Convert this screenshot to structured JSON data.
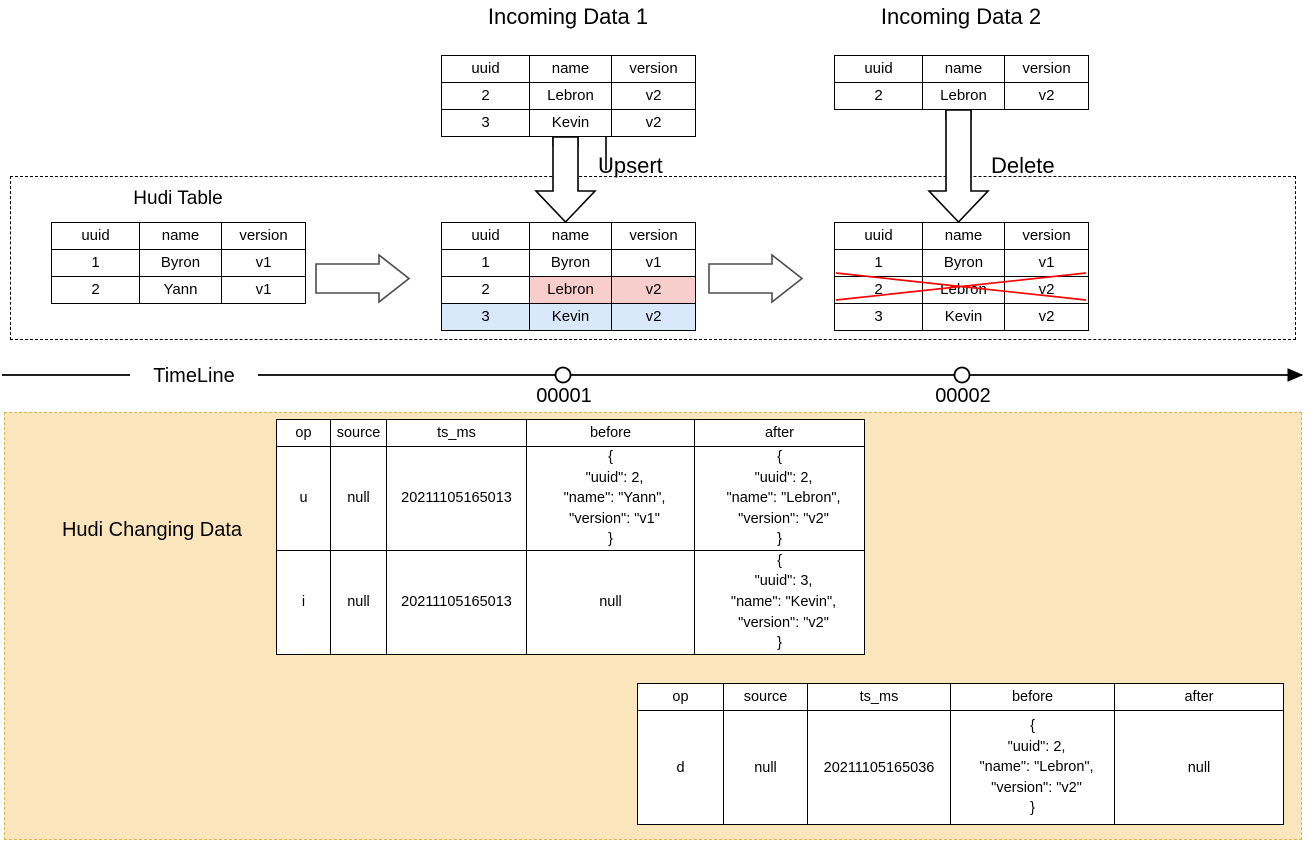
{
  "diagram": {
    "title_incoming1": "Incoming Data 1",
    "title_incoming2": "Incoming Data 2",
    "label_hudi_table": "Hudi Table",
    "label_upsert": "Upsert",
    "label_delete": "Delete",
    "label_timeline": "TimeLine",
    "label_changing_data": "Hudi Changing Data",
    "commit1": "00001",
    "commit2": "00002",
    "colors": {
      "highlight_update": "#f8cecc",
      "highlight_insert": "#dae8fc",
      "changing_data_bg": "#fbe5bd",
      "changing_data_border": "#d6b656",
      "strike": "#ff0000"
    }
  },
  "incoming_data_1": {
    "headers": [
      "uuid",
      "name",
      "version"
    ],
    "rows": [
      [
        "2",
        "Lebron",
        "v2"
      ],
      [
        "3",
        "Kevin",
        "v2"
      ]
    ]
  },
  "incoming_data_2": {
    "headers": [
      "uuid",
      "name",
      "version"
    ],
    "rows": [
      [
        "2",
        "Lebron",
        "v2"
      ]
    ]
  },
  "hudi_table_initial": {
    "headers": [
      "uuid",
      "name",
      "version"
    ],
    "rows": [
      [
        "1",
        "Byron",
        "v1"
      ],
      [
        "2",
        "Yann",
        "v1"
      ]
    ]
  },
  "hudi_table_after_upsert": {
    "headers": [
      "uuid",
      "name",
      "version"
    ],
    "rows": [
      [
        "1",
        "Byron",
        "v1"
      ],
      [
        "2",
        "Lebron",
        "v2"
      ],
      [
        "3",
        "Kevin",
        "v2"
      ]
    ]
  },
  "hudi_table_after_delete": {
    "headers": [
      "uuid",
      "name",
      "version"
    ],
    "rows": [
      [
        "1",
        "Byron",
        "v1"
      ],
      [
        "2",
        "Lebron",
        "v2"
      ],
      [
        "3",
        "Kevin",
        "v2"
      ]
    ]
  },
  "changing_data_1": {
    "headers": [
      "op",
      "source",
      "ts_ms",
      "before",
      "after"
    ],
    "rows": [
      {
        "op": "u",
        "source": "null",
        "ts_ms": "20211105165013",
        "before": "{\n  \"uuid\": 2,\n  \"name\": \"Yann\",\n  \"version\": \"v1\"\n}",
        "after": "{\n  \"uuid\": 2,\n  \"name\": \"Lebron\",\n  \"version\": \"v2\"\n}"
      },
      {
        "op": "i",
        "source": "null",
        "ts_ms": "20211105165013",
        "before": "null",
        "after": "{\n  \"uuid\": 3,\n  \"name\": \"Kevin\",\n  \"version\": \"v2\"\n}"
      }
    ]
  },
  "changing_data_2": {
    "headers": [
      "op",
      "source",
      "ts_ms",
      "before",
      "after"
    ],
    "rows": [
      {
        "op": "d",
        "source": "null",
        "ts_ms": "20211105165036",
        "before": "{\n  \"uuid\": 2,\n  \"name\": \"Lebron\",\n  \"version\": \"v2\"\n}",
        "after": "null"
      }
    ]
  }
}
